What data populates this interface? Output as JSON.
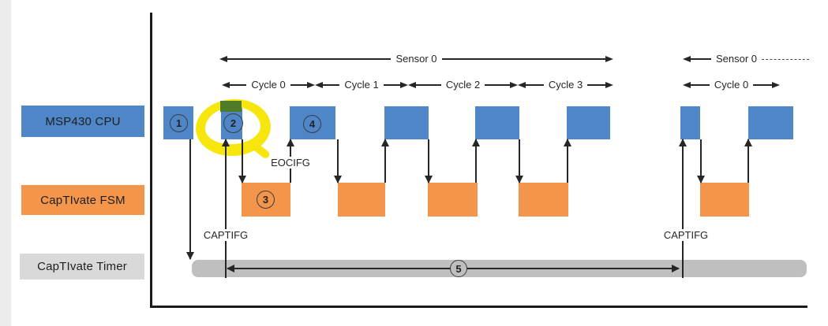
{
  "colors": {
    "cpu_blue": "#4e86c8",
    "fsm_orange": "#f3954a",
    "timer_bar_gray": "#bfbfbf",
    "timer_label_gray": "#d9d9d9",
    "highlight_yellow": "#f6e60e",
    "annotation_green": "#4f7b28",
    "ink": "#262626",
    "axis_black": "#1a1a1a",
    "page_edge_gray": "#ececec"
  },
  "row_labels": {
    "cpu": "MSP430 CPU",
    "fsm": "CapTIvate FSM",
    "timer": "CapTIvate Timer"
  },
  "spans": {
    "sensor0_left": "Sensor 0",
    "sensor0_right": "Sensor 0",
    "cycles": [
      "Cycle 0",
      "Cycle 1",
      "Cycle 2",
      "Cycle 3"
    ],
    "cycle0_right": "Cycle 0"
  },
  "signal_labels": {
    "captifg_cycle0": "CAPTIFG",
    "eocifg": "EOCIFG",
    "captifg_next_sensor": "CAPTIFG"
  },
  "step_markers": {
    "s1": "1",
    "s2": "2",
    "s3": "3",
    "s4": "4",
    "s5": "5"
  }
}
